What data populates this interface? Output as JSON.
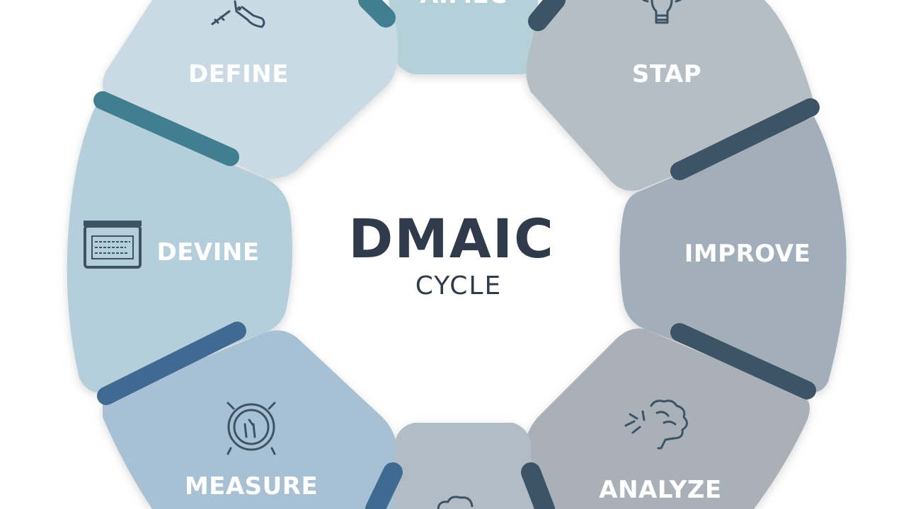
{
  "diagram": {
    "title": "DMAIC",
    "subtitle": "CYCLE",
    "segments": [
      {
        "label": "DEFINE",
        "icon": "tools-icon",
        "color": "#c9dae5"
      },
      {
        "label": "DEVINE",
        "icon": "monitor-icon",
        "color": "#b5cedc"
      },
      {
        "label": "MEASURE",
        "icon": "stopwatch-icon",
        "color": "#a7c0d4"
      },
      {
        "label": "",
        "icon": "cloud-icon",
        "color": "#b1bcc5"
      },
      {
        "label": "ANALYZE",
        "icon": "brain-icon",
        "color": "#a9b0b8"
      },
      {
        "label": "IMPROVE",
        "icon": "",
        "color": "#a2afba"
      },
      {
        "label": "STAP",
        "icon": "lightbulb-icon",
        "color": "#b6bec5"
      },
      {
        "label": "",
        "icon": "",
        "color": "#b4d0d9"
      }
    ],
    "top_partial_label": "AIMEC"
  },
  "colors": {
    "text_dark": "#2f3a4b",
    "accent_teal": "#3f7f8f",
    "accent_navy": "#3d5366",
    "accent_blue": "#3f6b93"
  }
}
